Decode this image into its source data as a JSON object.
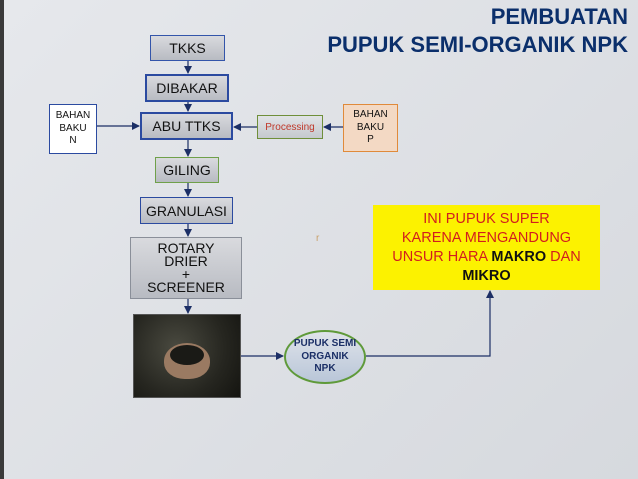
{
  "title": {
    "line1": "PEMBUATAN",
    "line2": "PUPUK SEMI-ORGANIK NPK"
  },
  "nodes": {
    "tkks": "TKKS",
    "dibakar": "DIBAKAR",
    "abu_ttks": "ABU TTKS",
    "bahan_baku_n": [
      "BAHAN",
      "BAKU",
      "N"
    ],
    "processing": "Processing",
    "bahan_baku_p": [
      "BAHAN",
      "BAKU",
      "P"
    ],
    "giling": "GILING",
    "granulasi": "GRANULASI",
    "rotary": [
      "ROTARY",
      "DRIER",
      "+",
      "SCREENER"
    ],
    "product": [
      "PUPUK SEMI",
      "ORGANIK",
      "NPK"
    ]
  },
  "callout": {
    "line1": "INI PUPUK SUPER",
    "line2": "KARENA  MENGANDUNG",
    "line3_a": "UNSUR HARA ",
    "line3_b": "MAKRO",
    "line3_c": "  DAN",
    "line4": "MIKRO"
  },
  "stray_mark": "r",
  "colors": {
    "title": "#0b2f6b",
    "callout_bg": "#fcf200",
    "callout_text": "#d21e1e",
    "arrow": "#1c2f66"
  }
}
